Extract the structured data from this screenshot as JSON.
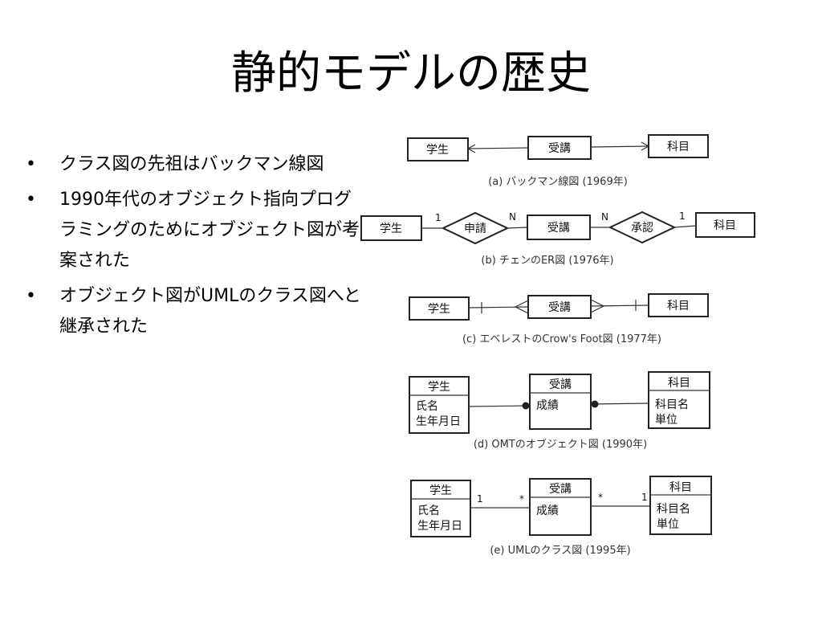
{
  "slide": {
    "title": "静的モデルの歴史",
    "bullets": [
      {
        "marker": "•",
        "text": "クラス図の先祖はバックマン線図"
      },
      {
        "marker": "•",
        "text": "1990年代のオブジェクト指向プログラミングのためにオブジェクト図が考案された"
      },
      {
        "marker": "•",
        "text": "オブジェクト図がUMLのクラス図へと継承された"
      }
    ]
  },
  "diagrams": {
    "a": {
      "caption": "(a) バックマン線図 (1969年)",
      "left": "学生",
      "middle": "受講",
      "right": "科目"
    },
    "b": {
      "caption": "(b) チェンのER図 (1976年)",
      "left": "学生",
      "rel1": "申請",
      "middle": "受講",
      "rel2": "承認",
      "right": "科目",
      "m1": "1",
      "m2": "N",
      "m3": "N",
      "m4": "1"
    },
    "c": {
      "caption": "(c) エベレストのCrow's Foot図 (1977年)",
      "left": "学生",
      "middle": "受講",
      "right": "科目"
    },
    "d": {
      "caption": "(d) OMTのオブジェクト図 (1990年)",
      "left_name": "学生",
      "left_attr1": "氏名",
      "left_attr2": "生年月日",
      "mid_name": "受講",
      "mid_attr1": "成績",
      "right_name": "科目",
      "right_attr1": "科目名",
      "right_attr2": "単位"
    },
    "e": {
      "caption": "(e) UMLのクラス図 (1995年)",
      "left_name": "学生",
      "left_attr1": "氏名",
      "left_attr2": "生年月日",
      "mid_name": "受講",
      "mid_attr1": "成績",
      "right_name": "科目",
      "right_attr1": "科目名",
      "right_attr2": "単位",
      "m1": "1",
      "m2": "*",
      "m3": "*",
      "m4": "1"
    }
  }
}
